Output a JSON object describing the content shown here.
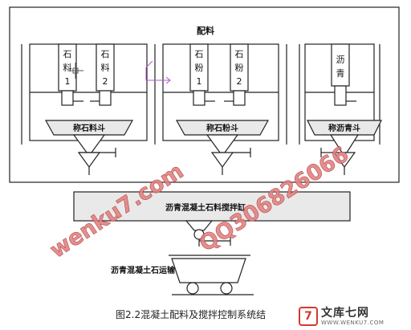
{
  "title": "配料",
  "aggregate_group": {
    "silo_1": "石料1",
    "silo_2": "石料2",
    "hopper": "称石料斗"
  },
  "powder_group": {
    "silo_1": "石粉1",
    "silo_2": "石粉2",
    "hopper": "称石粉斗"
  },
  "asphalt_group": {
    "silo_1": "沥青",
    "hopper": "称沥青斗"
  },
  "mixer_label": "沥青混凝土石料搅拌缸",
  "cart_label": "沥青混凝土石运输",
  "caption": "图2.2混凝土配料及搅拌控制系统结",
  "watermarks": [
    "wenku7.com",
    "QQ306826066"
  ],
  "logo": {
    "name": "文库七网",
    "url": "WWW.WENKU7.COM"
  },
  "colors": {
    "line": "#111111",
    "fill": "#e9e9e9",
    "watermark": "#e07f7f",
    "brand": "#d23a2e"
  }
}
